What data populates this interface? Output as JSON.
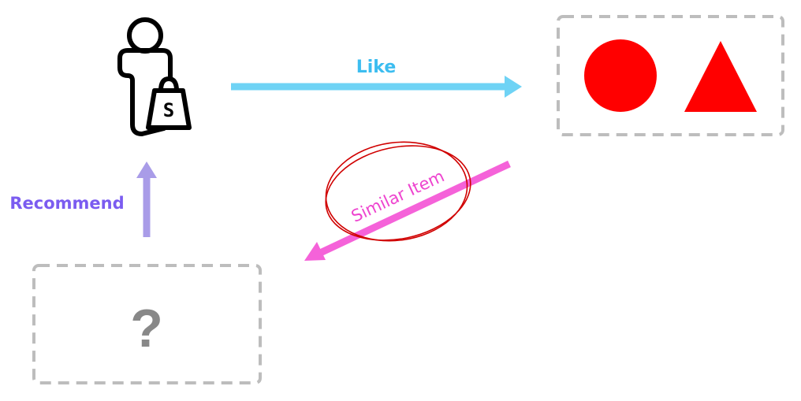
{
  "labels": {
    "like": "Like",
    "recommend": "Recommend",
    "similar_item": "Similar Item",
    "unknown": "?"
  },
  "icons": {
    "user": "shopper-with-bag-icon",
    "bag_letter": "S"
  },
  "colors": {
    "like": "#6fd3f5",
    "like_text": "#3cbdf0",
    "recommend": "#a99ce8",
    "recommend_text": "#7b5cf0",
    "similar": "#f562d9",
    "similar_text": "#ee44cf",
    "circle_mark": "#d00000",
    "shapes": "#ff0000",
    "box_border": "#bdbdbd",
    "question": "#888888"
  }
}
